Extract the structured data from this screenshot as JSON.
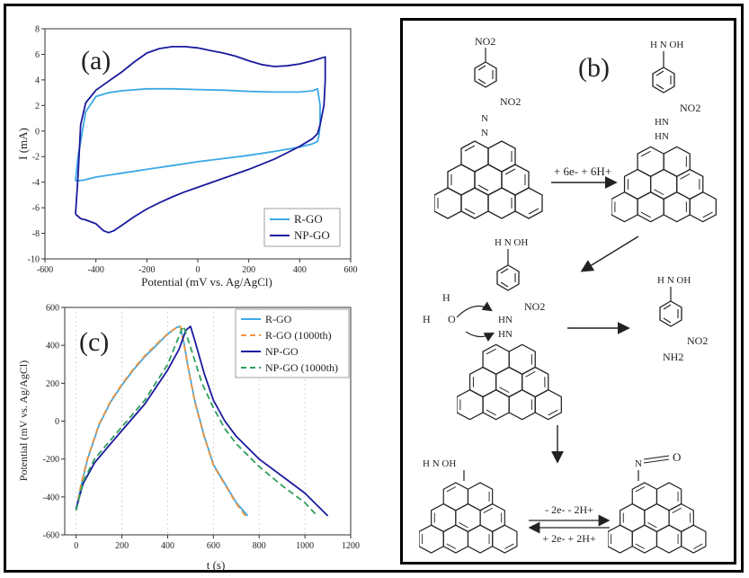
{
  "chart_data": [
    {
      "type": "line",
      "panel_label": "(a)",
      "xlabel": "Potential (mV vs. Ag/AgCl)",
      "ylabel": "I (mA)",
      "xlim": [
        -600,
        600
      ],
      "ylim": [
        -10,
        8
      ],
      "xticks": [
        -600,
        -400,
        -200,
        0,
        200,
        400,
        600
      ],
      "yticks": [
        -10,
        -8,
        -6,
        -4,
        -2,
        0,
        2,
        4,
        6,
        8
      ],
      "legend_position": "bottom-right",
      "series": [
        {
          "name": "R-GO",
          "color": "#3aa8e6",
          "x": [
            -480,
            -470,
            -440,
            -400,
            -350,
            -300,
            -200,
            -100,
            0,
            100,
            200,
            300,
            400,
            450,
            470,
            480,
            480,
            475,
            470,
            450,
            400,
            300,
            200,
            100,
            0,
            -100,
            -200,
            -300,
            -400,
            -450,
            -480
          ],
          "y": [
            -3.9,
            -2.0,
            1.5,
            2.7,
            3.0,
            3.15,
            3.3,
            3.3,
            3.25,
            3.2,
            3.1,
            3.05,
            3.05,
            3.15,
            3.3,
            2.0,
            0.5,
            -0.4,
            -0.8,
            -1.0,
            -1.25,
            -1.6,
            -1.9,
            -2.15,
            -2.4,
            -2.7,
            -3.0,
            -3.3,
            -3.6,
            -3.85,
            -3.9
          ]
        },
        {
          "name": "NP-GO",
          "color": "#1a1a9e",
          "x": [
            -480,
            -470,
            -460,
            -440,
            -400,
            -350,
            -300,
            -250,
            -200,
            -150,
            -100,
            -50,
            0,
            50,
            100,
            150,
            200,
            250,
            300,
            350,
            400,
            450,
            500,
            500,
            495,
            480,
            470,
            450,
            400,
            350,
            300,
            250,
            200,
            150,
            100,
            50,
            0,
            -50,
            -100,
            -150,
            -200,
            -250,
            -300,
            -330,
            -350,
            -370,
            -400,
            -440,
            -460,
            -480
          ],
          "y": [
            -6.5,
            -3.5,
            0.5,
            2.2,
            3.2,
            3.9,
            4.6,
            5.4,
            6.1,
            6.45,
            6.6,
            6.6,
            6.5,
            6.3,
            6.1,
            5.85,
            5.5,
            5.2,
            5.05,
            5.1,
            5.25,
            5.5,
            5.8,
            4.0,
            2.0,
            0.5,
            -0.2,
            -0.6,
            -1.2,
            -1.7,
            -2.2,
            -2.6,
            -3.0,
            -3.35,
            -3.7,
            -4.05,
            -4.4,
            -4.75,
            -5.15,
            -5.6,
            -6.1,
            -6.7,
            -7.4,
            -7.8,
            -7.95,
            -7.8,
            -7.25,
            -6.95,
            -6.85,
            -6.5
          ]
        }
      ]
    },
    {
      "type": "line",
      "panel_label": "(c)",
      "xlabel": "t (s)",
      "ylabel": "Potential (mV vs. Ag/AgCl)",
      "xlim": [
        -50,
        1200
      ],
      "ylim": [
        -600,
        600
      ],
      "xticks": [
        0,
        200,
        400,
        600,
        800,
        1000,
        1200
      ],
      "yticks": [
        -600,
        -400,
        -200,
        0,
        200,
        400,
        600
      ],
      "legend_position": "top-right",
      "series": [
        {
          "name": "R-GO",
          "color": "#3aa8e6",
          "dash": "solid",
          "x": [
            0,
            20,
            50,
            100,
            150,
            200,
            250,
            300,
            350,
            400,
            440,
            455,
            470,
            490,
            520,
            560,
            600,
            650,
            700,
            750
          ],
          "y": [
            -470,
            -350,
            -200,
            -20,
            100,
            190,
            270,
            340,
            400,
            460,
            495,
            500,
            420,
            280,
            100,
            -80,
            -230,
            -330,
            -430,
            -500
          ]
        },
        {
          "name": "R-GO (1000th)",
          "color": "#f0943a",
          "dash": "dashed",
          "x": [
            0,
            20,
            50,
            100,
            150,
            200,
            250,
            300,
            350,
            400,
            440,
            455,
            470,
            490,
            520,
            560,
            600,
            650,
            700,
            740
          ],
          "y": [
            -470,
            -340,
            -195,
            -15,
            105,
            195,
            275,
            345,
            405,
            462,
            495,
            500,
            415,
            275,
            95,
            -85,
            -235,
            -335,
            -435,
            -500
          ]
        },
        {
          "name": "NP-GO",
          "color": "#1a1a9e",
          "dash": "solid",
          "x": [
            0,
            30,
            80,
            150,
            200,
            300,
            400,
            450,
            480,
            500,
            520,
            560,
            600,
            650,
            700,
            800,
            900,
            1000,
            1050,
            1100
          ],
          "y": [
            -460,
            -330,
            -220,
            -120,
            -50,
            90,
            270,
            380,
            480,
            500,
            420,
            250,
            110,
            0,
            -80,
            -200,
            -290,
            -380,
            -440,
            -500
          ]
        },
        {
          "name": "NP-GO (1000th)",
          "color": "#2e9e5c",
          "dash": "dashed",
          "x": [
            0,
            30,
            80,
            150,
            200,
            300,
            400,
            440,
            460,
            470,
            500,
            550,
            600,
            650,
            700,
            800,
            900,
            1000,
            1050
          ],
          "y": [
            -470,
            -320,
            -200,
            -100,
            -30,
            110,
            300,
            420,
            480,
            500,
            390,
            200,
            70,
            -40,
            -120,
            -240,
            -340,
            -430,
            -495
          ]
        }
      ]
    }
  ],
  "scheme": {
    "panel_label": "(b)",
    "groups": {
      "no2": "NO2",
      "nhoh": "H N OH",
      "hn": "HN",
      "nh2": "NH2",
      "o": "O",
      "h": "H",
      "n": "N"
    },
    "arrows": {
      "reduction": "+ 6e- + 6H+",
      "oxidation": "- 2e- - 2H+",
      "reverse": "+ 2e- + 2H+"
    }
  },
  "colors": {
    "r_go": "#3aa8e6",
    "np_go": "#1a1a9e",
    "r_go_1000": "#f0943a",
    "np_go_1000": "#2e9e5c"
  }
}
